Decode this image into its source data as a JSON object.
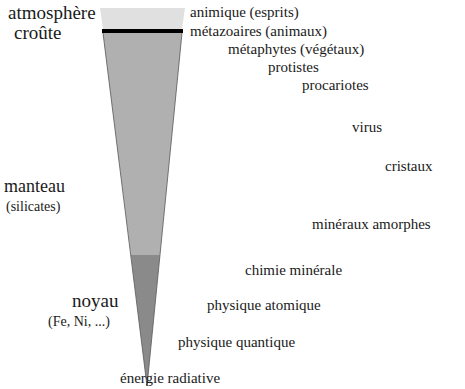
{
  "diagram": {
    "labels": [
      "atmosphère",
      "croûte",
      "manteau",
      "(silicates)",
      "noyau",
      "(Fe, Ni, ...)",
      "animique (esprits)",
      "métazoaires (animaux)",
      "métaphytes (végétaux)",
      "protistes",
      "procariotes",
      "virus",
      "cristaux",
      "minéraux amorphes",
      "chimie minérale",
      "physique atomique",
      "physique quantique",
      "énergie radiative"
    ]
  }
}
